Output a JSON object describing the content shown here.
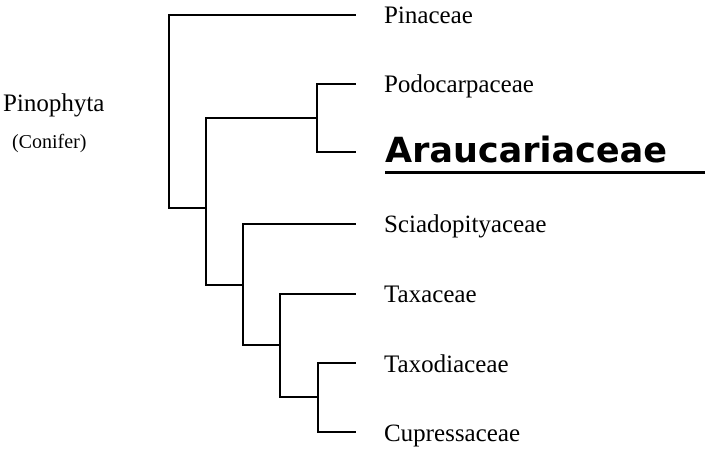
{
  "root": {
    "name": "Pinophyta",
    "common_name": "(Conifer)"
  },
  "taxa": [
    "Pinaceae",
    "Podocarpaceae",
    "Araucariaceae",
    "Sciadopityaceae",
    "Taxaceae",
    "Taxodiaceae",
    "Cupressaceae"
  ],
  "highlighted_taxon": "Araucariaceae",
  "topology": "(Pinaceae,((Podocarpaceae,Araucariaceae),(Sciadopityaceae,(Taxaceae,(Taxodiaceae,Cupressaceae)))))",
  "colors": {
    "lines": "#000000",
    "text": "#000000",
    "background": "#ffffff"
  }
}
